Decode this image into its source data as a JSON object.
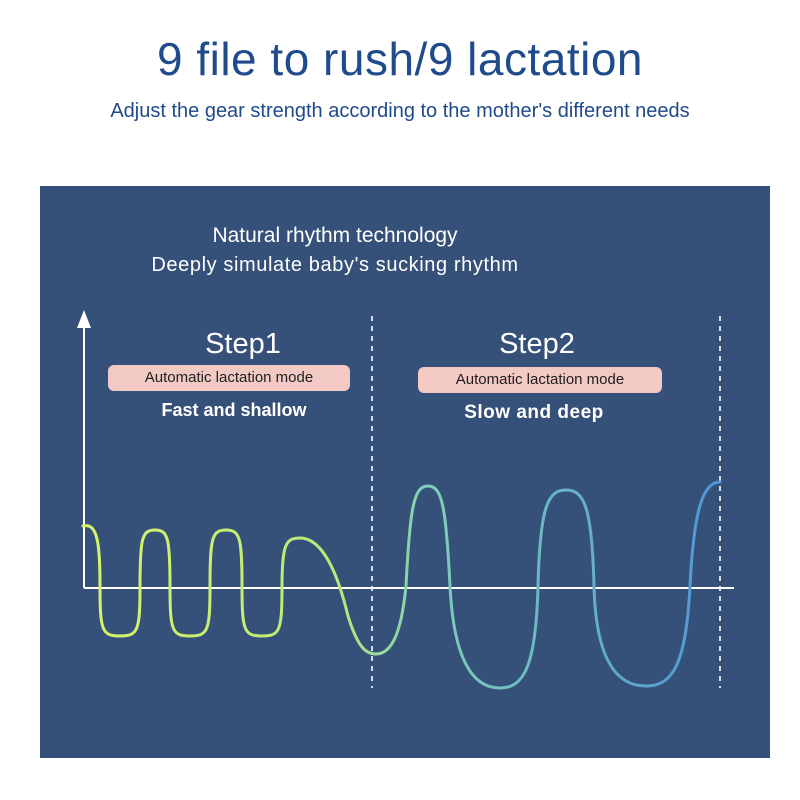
{
  "header": {
    "title": "9 file to rush/9 lactation",
    "subtitle": "Adjust the gear strength according to the mother's different needs"
  },
  "panel": {
    "title": "Natural rhythm technology",
    "subtitle": "Deeply simulate baby's sucking rhythm",
    "background": "#355079"
  },
  "steps": [
    {
      "label": "Step1",
      "mode": "Automatic lactation mode",
      "description": "Fast and shallow"
    },
    {
      "label": "Step2",
      "mode": "Automatic lactation mode",
      "description": "Slow and deep"
    }
  ],
  "colors": {
    "headline": "#1f4a8c",
    "mode_pill": "#f2c9c3",
    "wave_start": "#d8f36a",
    "wave_end": "#4f93d8",
    "axis": "#ffffff"
  }
}
